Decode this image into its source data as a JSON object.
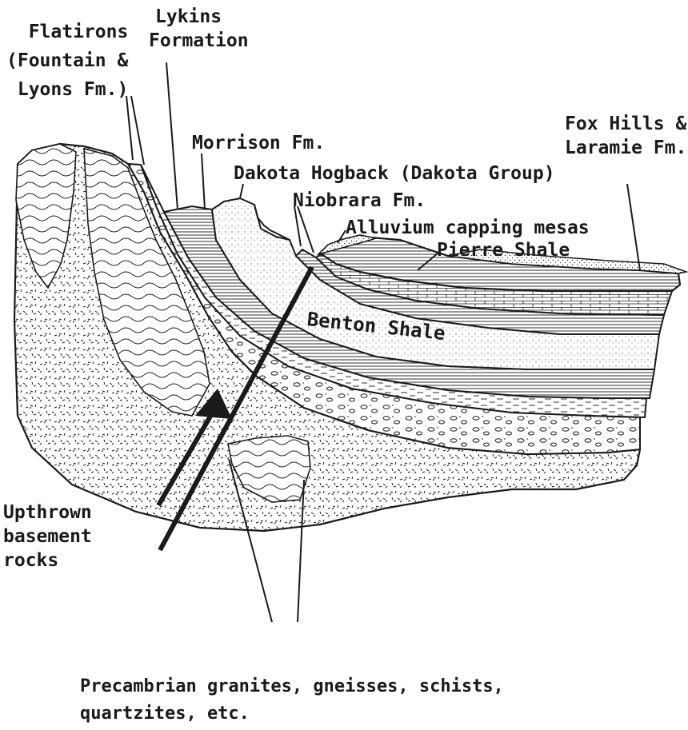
{
  "labels": {
    "flatirons": [
      "Flatirons",
      "(Fountain &",
      "Lyons Fm.)"
    ],
    "lykins": [
      "Lykins",
      "Formation"
    ],
    "morrison": "Morrison Fm.",
    "dakota": "Dakota Hogback (Dakota Group)",
    "niobrara": "Niobrara Fm.",
    "alluvium": "Alluvium capping mesas",
    "pierre": "Pierre Shale",
    "foxhills": [
      "Fox Hills &",
      "Laramie Fm."
    ],
    "benton": "Benton Shale",
    "upthrown": [
      "Upthrown",
      "basement",
      "rocks"
    ],
    "precambrian": [
      "Precambrian granites, gneisses, schists,",
      "quartzites, etc."
    ]
  },
  "colors": {
    "ink": "#1a1a1a",
    "paper": "#ffffff"
  }
}
